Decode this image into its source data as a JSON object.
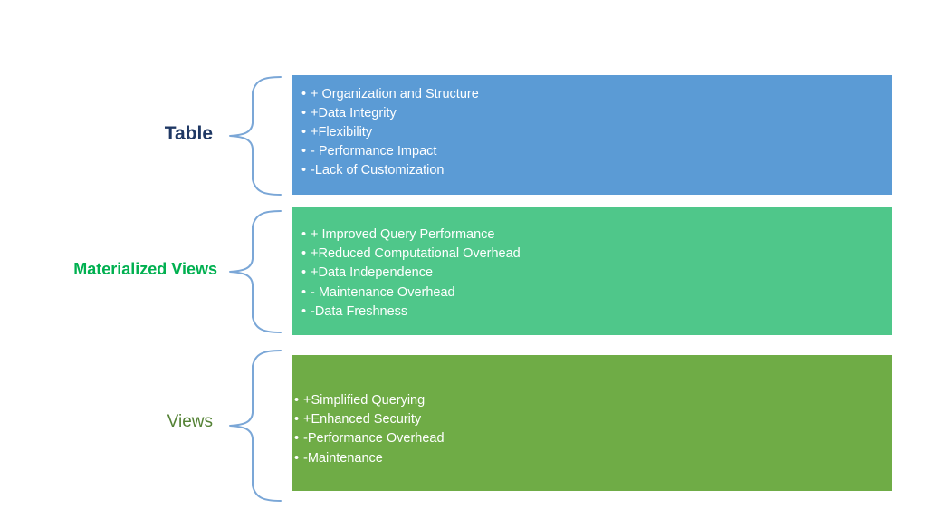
{
  "diagram": {
    "type": "bracket-diagram",
    "background": "#FFFFFF",
    "brace_color": "#7BA7D7",
    "groups": [
      {
        "id": "table",
        "label": "Table",
        "label_color": "#1F3864",
        "panel_color": "#5B9BD5",
        "bullet_symbol": "•",
        "items": [
          "+ Organization and Structure",
          "+Data Integrity",
          "+Flexibility",
          "- Performance Impact",
          "-Lack of Customization"
        ]
      },
      {
        "id": "materialized-views",
        "label": "Materialized Views",
        "label_color": "#00B050",
        "panel_color": "#4FC78A",
        "bullet_symbol": "•",
        "items": [
          "+ Improved Query Performance",
          "+Reduced Computational Overhead",
          "+Data Independence",
          "- Maintenance Overhead",
          "-Data Freshness"
        ]
      },
      {
        "id": "views",
        "label": "Views",
        "label_color": "#548235",
        "panel_color": "#6FAC46",
        "bullet_symbol": "•",
        "items": [
          "+Simplified Querying",
          "+Enhanced Security",
          "-Performance Overhead",
          "-Maintenance"
        ]
      }
    ]
  }
}
